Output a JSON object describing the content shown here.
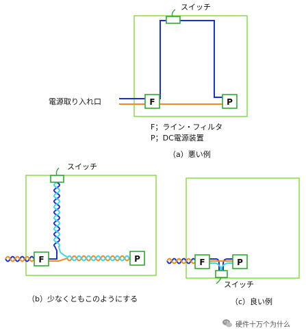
{
  "colors": {
    "frame": "#8ee04a",
    "component": "#2fa82f",
    "blue_wire": "#1a2fd6",
    "orange_wire": "#f28a1c",
    "cyan_wire": "#3fd3e8"
  },
  "diagram_a": {
    "switch_label": "スイッチ",
    "inlet_label": "電源取り入れ口",
    "filter_box": "F",
    "psu_box": "P",
    "legend_f": "F；ライン・フィルタ",
    "legend_p": "P；DC電源装置",
    "caption": "（a）悪い例"
  },
  "diagram_b": {
    "switch_label": "スイッチ",
    "filter_box": "F",
    "psu_box": "P",
    "caption": "（b）少なくともこのようにする"
  },
  "diagram_c": {
    "switch_label": "スイッチ",
    "filter_box": "F",
    "psu_box": "P",
    "caption": "（c）良い例"
  },
  "watermark": {
    "icon": "wechat-icon",
    "text": "硬件十万个为什么"
  }
}
